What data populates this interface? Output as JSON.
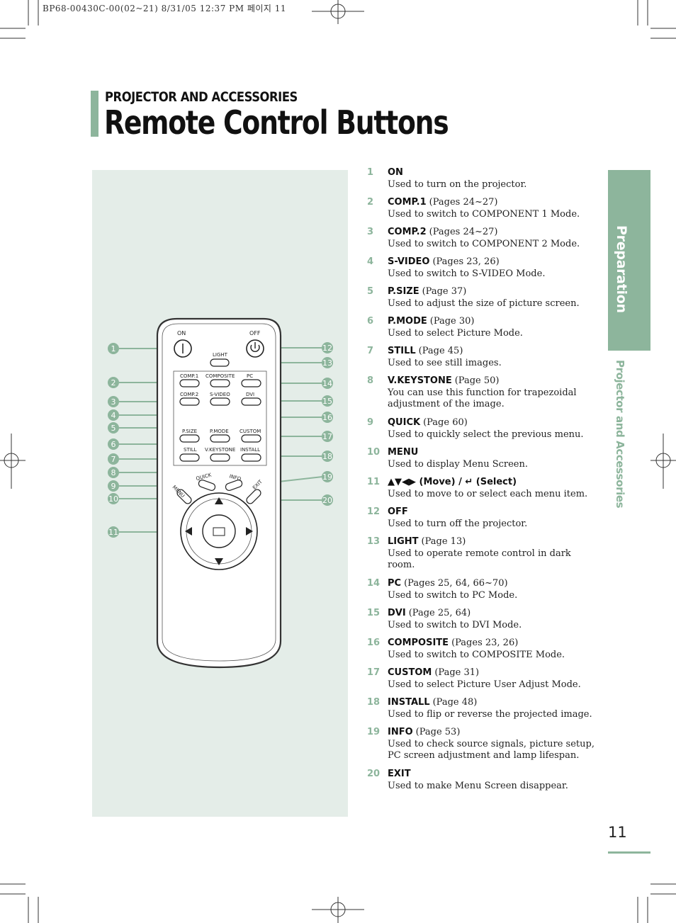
{
  "print_header": "BP68-00430C-00(02~21)  8/31/05  12:37 PM 페이지 11",
  "section_label": "PROJECTOR AND ACCESSORIES",
  "page_title": "Remote Control Buttons",
  "side_tab": {
    "main": "Preparation",
    "sub": "Projector and Accessories"
  },
  "page_number": "11",
  "remote": {
    "labels": {
      "on": "ON",
      "off": "OFF",
      "light": "LIGHT",
      "comp1": "COMP.1",
      "composite": "COMPOSITE",
      "pc": "PC",
      "comp2": "COMP.2",
      "svideo": "S-VIDEO",
      "dvi": "DVI",
      "psize": "P.SIZE",
      "pmode": "P.MODE",
      "custom": "CUSTOM",
      "still": "STILL",
      "vkeystone": "V.KEYSTONE",
      "install": "INSTALL",
      "quick": "QUICK",
      "info": "INFO",
      "menu": "MENU",
      "exit": "EXIT"
    },
    "callouts_left": [
      "1",
      "2",
      "3",
      "4",
      "5",
      "6",
      "7",
      "8",
      "9",
      "10",
      "11"
    ],
    "callouts_right": [
      "12",
      "13",
      "14",
      "15",
      "16",
      "17",
      "18",
      "19",
      "20"
    ]
  },
  "items": [
    {
      "num": "1",
      "name": "ON",
      "ref": "",
      "desc": "Used to turn on the projector."
    },
    {
      "num": "2",
      "name": "COMP.1",
      "ref": "(Pages 24~27)",
      "desc": "Used to switch to COMPONENT 1 Mode."
    },
    {
      "num": "3",
      "name": "COMP.2",
      "ref": "(Pages 24~27)",
      "desc": "Used to switch to COMPONENT 2 Mode."
    },
    {
      "num": "4",
      "name": "S-VIDEO",
      "ref": "(Pages 23, 26)",
      "desc": "Used to switch to S-VIDEO Mode."
    },
    {
      "num": "5",
      "name": "P.SIZE",
      "ref": "(Page 37)",
      "desc": "Used to adjust the size of picture screen."
    },
    {
      "num": "6",
      "name": "P.MODE",
      "ref": "(Page 30)",
      "desc": "Used to select Picture Mode."
    },
    {
      "num": "7",
      "name": "STILL",
      "ref": "(Page 45)",
      "desc": "Used to see still images."
    },
    {
      "num": "8",
      "name": "V.KEYSTONE",
      "ref": "(Page 50)",
      "desc": "You can use this function for trapezoidal adjustment of the image."
    },
    {
      "num": "9",
      "name": "QUICK",
      "ref": "(Page 60)",
      "desc": "Used to quickly select the previous menu."
    },
    {
      "num": "10",
      "name": "MENU",
      "ref": "",
      "desc": "Used to display Menu Screen."
    },
    {
      "num": "11",
      "name": "▲▼◀▶ (Move) /  ↵  (Select)",
      "ref": "",
      "desc": "Used to move to or select each menu item."
    },
    {
      "num": "12",
      "name": "OFF",
      "ref": "",
      "desc": "Used to turn off the projector."
    },
    {
      "num": "13",
      "name": "LIGHT",
      "ref": "(Page 13)",
      "desc": "Used to operate remote control in dark room."
    },
    {
      "num": "14",
      "name": "PC",
      "ref": "(Pages 25, 64, 66~70)",
      "desc": "Used to switch to PC Mode."
    },
    {
      "num": "15",
      "name": "DVI",
      "ref": "(Page 25, 64)",
      "desc": "Used to switch to DVI Mode."
    },
    {
      "num": "16",
      "name": "COMPOSITE",
      "ref": "(Pages 23, 26)",
      "desc": "Used to switch to COMPOSITE Mode."
    },
    {
      "num": "17",
      "name": "CUSTOM",
      "ref": "(Page 31)",
      "desc": "Used to select Picture User Adjust Mode."
    },
    {
      "num": "18",
      "name": "INSTALL",
      "ref": "(Page 48)",
      "desc": "Used to flip or  reverse the projected image."
    },
    {
      "num": "19",
      "name": "INFO",
      "ref": "(Page 53)",
      "desc": "Used to check source signals, picture setup, PC screen adjustment and lamp lifespan."
    },
    {
      "num": "20",
      "name": "EXIT",
      "ref": "",
      "desc": "Used to make Menu Screen disappear."
    }
  ],
  "colors": {
    "accent": "#8db59c",
    "panel": "#e4ede8"
  }
}
